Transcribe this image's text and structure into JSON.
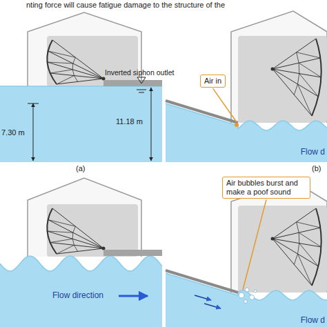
{
  "diagram": {
    "nodes": [
      {
        "text": [
          "Air in"
        ]
      },
      {
        "text": [
          "Air bubbles burst and make a poof sound"
        ]
      }
    ],
    "labels": [
      "nting force will cause fatigue damage to the structure of the",
      "Inverted siphon outlet",
      "11.18 m",
      "7.30 m",
      "(a)",
      "(b)",
      "Flow d",
      "Flow direction",
      "Flow d"
    ]
  }
}
